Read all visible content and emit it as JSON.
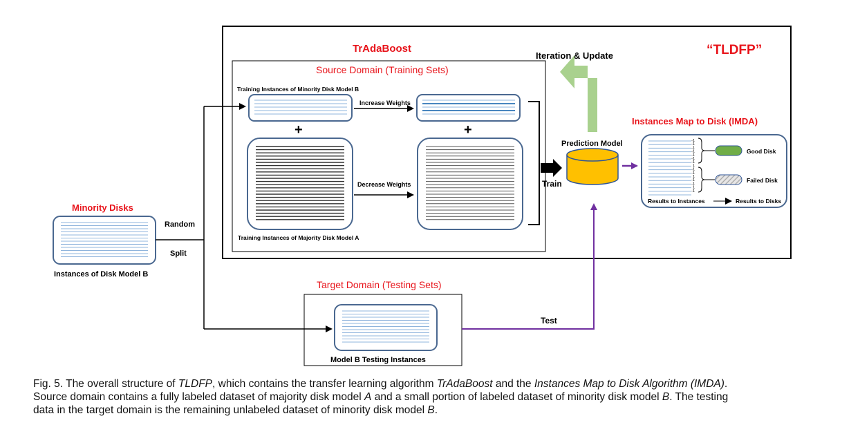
{
  "labels": {
    "tradaboost": "TrAdaBoost",
    "tldfp": "“TLDFP”",
    "iteration": "Iteration & Update",
    "source_domain": "Source Domain (Training Sets)",
    "minority_model_b": "Training Instances of Minority Disk Model B",
    "majority_model_a": "Training Instances of Majority Disk Model A",
    "increase_weights": "Increase Weights",
    "decrease_weights": "Decrease Weights",
    "train": "Train",
    "prediction_model": "Prediction Model",
    "imda_title": "Instances Map to Disk (IMDA)",
    "good_disk": "Good Disk",
    "failed_disk": "Failed Disk",
    "results_instances": "Results to Instances",
    "results_disks": "Results to Disks",
    "minority_disks": "Minority Disks",
    "instances_b": "Instances of Disk Model B",
    "random": "Random",
    "split": "Split",
    "target_domain": "Target Domain (Testing Sets)",
    "test": "Test",
    "testing_instances": "Model B Testing Instances",
    "plus": "+"
  },
  "imda_values": [
    "-1",
    "-1",
    "-1",
    "-1",
    "-1",
    "-1",
    "-1",
    "1",
    "-1",
    "-1",
    "1",
    "-1",
    "-1",
    "1",
    "-1"
  ],
  "caption": {
    "prefix": "Fig. 5. The overall structure of ",
    "tldfp": "TLDFP",
    "mid1": ", which contains the transfer learning algorithm ",
    "tradaboost": "TrAdaBoost",
    "mid2": " and the ",
    "imda": "Instances Map to Disk Algorithm (IMDA)",
    "mid3": ".",
    "line2_a": "Source domain contains a fully labeled dataset of majority disk model ",
    "var_a": "A",
    "line2_b": " and a small portion of labeled dataset of minority disk model ",
    "var_b": "B",
    "line2_c": ". The testing",
    "line3_a": "data in the target domain is the remaining unlabeled dataset of minority disk model ",
    "var_b2": "B",
    "line3_b": "."
  },
  "colors": {
    "red": "#e8141b",
    "blue_line": "#8fb4dc",
    "dark_line": "#333333",
    "green": "#a9d18e",
    "purple": "#7030a0",
    "cylinder": "#ffc000",
    "good_disk": "#70ad47"
  }
}
